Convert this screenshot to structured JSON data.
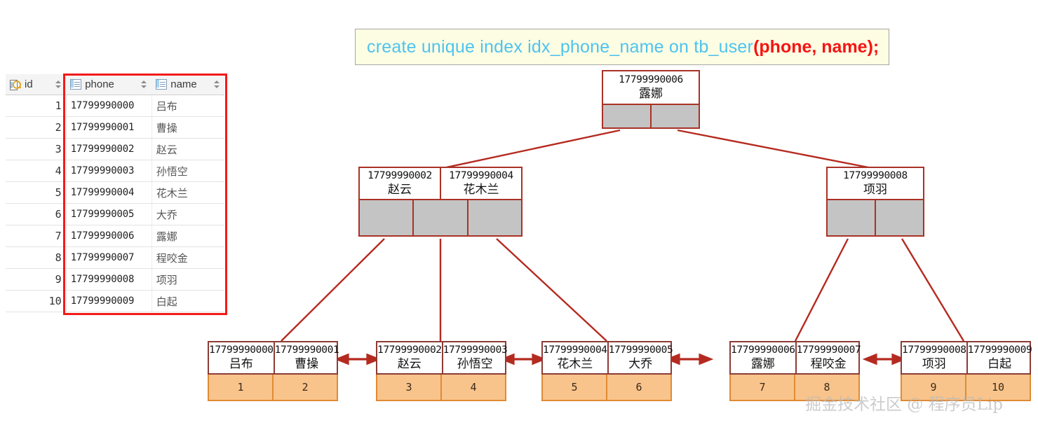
{
  "sql_banner": {
    "main_text": "create unique index idx_phone_name on tb_user",
    "red_text": "(phone, name);"
  },
  "table": {
    "columns": [
      {
        "key": "id",
        "label": "id",
        "icon": "key-grid-icon"
      },
      {
        "key": "phone",
        "label": "phone",
        "icon": "grid-icon"
      },
      {
        "key": "name",
        "label": "name",
        "icon": "grid-icon"
      }
    ],
    "rows": [
      {
        "id": "1",
        "phone": "17799990000",
        "name": "吕布"
      },
      {
        "id": "2",
        "phone": "17799990001",
        "name": "曹操"
      },
      {
        "id": "3",
        "phone": "17799990002",
        "name": "赵云"
      },
      {
        "id": "4",
        "phone": "17799990003",
        "name": "孙悟空"
      },
      {
        "id": "5",
        "phone": "17799990004",
        "name": "花木兰"
      },
      {
        "id": "6",
        "phone": "17799990005",
        "name": "大乔"
      },
      {
        "id": "7",
        "phone": "17799990006",
        "name": "露娜"
      },
      {
        "id": "8",
        "phone": "17799990007",
        "name": "程咬金"
      },
      {
        "id": "9",
        "phone": "17799990008",
        "name": "项羽"
      },
      {
        "id": "10",
        "phone": "17799990009",
        "name": "白起"
      }
    ],
    "highlight_color": "#f31a1a"
  },
  "tree": {
    "root": {
      "keys": [
        {
          "phone": "17799990006",
          "name": "露娜"
        }
      ],
      "pointers": 2
    },
    "internal": [
      {
        "keys": [
          {
            "phone": "17799990002",
            "name": "赵云"
          },
          {
            "phone": "17799990004",
            "name": "花木兰"
          }
        ],
        "pointers": 3
      },
      {
        "keys": [
          {
            "phone": "17799990008",
            "name": "项羽"
          }
        ],
        "pointers": 2
      }
    ],
    "leaves": [
      {
        "entries": [
          {
            "phone": "17799990000",
            "name": "吕布",
            "id": "1"
          },
          {
            "phone": "17799990001",
            "name": "曹操",
            "id": "2"
          }
        ]
      },
      {
        "entries": [
          {
            "phone": "17799990002",
            "name": "赵云",
            "id": "3"
          },
          {
            "phone": "17799990003",
            "name": "孙悟空",
            "id": "4"
          }
        ]
      },
      {
        "entries": [
          {
            "phone": "17799990004",
            "name": "花木兰",
            "id": "5"
          },
          {
            "phone": "17799990005",
            "name": "大乔",
            "id": "6"
          }
        ]
      },
      {
        "entries": [
          {
            "phone": "17799990006",
            "name": "露娜",
            "id": "7"
          },
          {
            "phone": "17799990007",
            "name": "程咬金",
            "id": "8"
          }
        ]
      },
      {
        "entries": [
          {
            "phone": "17799990008",
            "name": "项羽",
            "id": "9"
          },
          {
            "phone": "17799990009",
            "name": "白起",
            "id": "10"
          }
        ]
      }
    ],
    "colors": {
      "node_border": "#a93226",
      "leaf_border": "#8d3b36",
      "pointer_fill": "#c4c4c4",
      "id_fill": "#f8c48b",
      "id_border": "#e08b35",
      "edge": "#b52a20"
    }
  },
  "watermark": "掘金技术社区 @ 程序员Lip"
}
